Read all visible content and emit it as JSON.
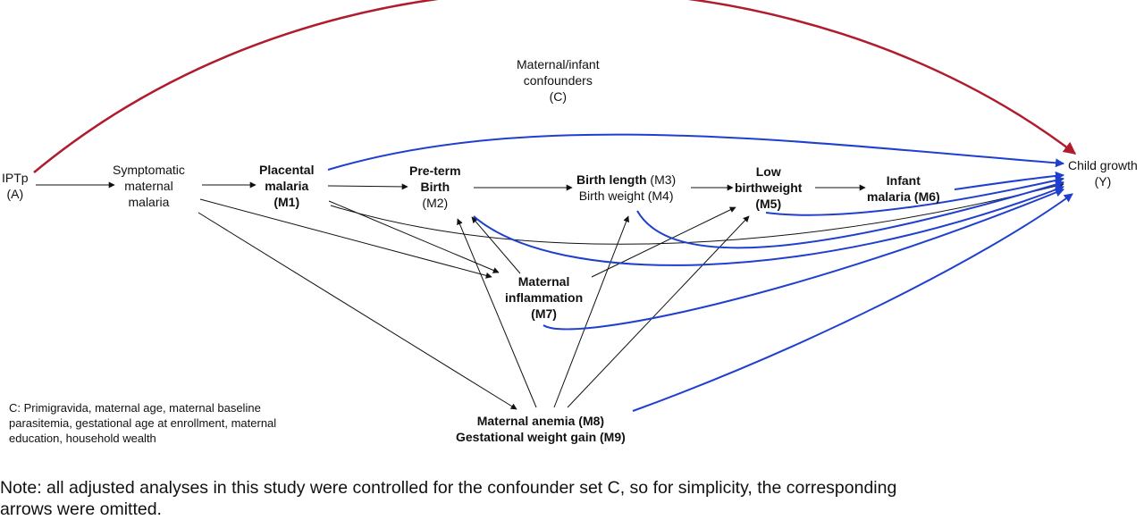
{
  "nodes": {
    "iptp": [
      "IPTp",
      "(A)"
    ],
    "symptomatic": [
      "Symptomatic",
      "maternal",
      "malaria"
    ],
    "placental": [
      "Placental",
      "malaria",
      "(M1)"
    ],
    "preterm": [
      "Pre-term",
      "Birth",
      "(M2)"
    ],
    "birthlength": {
      "a": "Birth length",
      "b": " (M3)",
      "c": "Birth weight",
      "d": " (M4)"
    },
    "lowbw": [
      "Low",
      "birthweight",
      "(M5)"
    ],
    "infant": [
      "Infant",
      "malaria (M6)"
    ],
    "child": [
      "Child growth",
      "(Y)"
    ],
    "inflammation": [
      "Maternal",
      "inflammation",
      "(M7)"
    ],
    "anemia": [
      "Maternal anemia (M8)",
      "Gestational weight gain (M9)"
    ],
    "confounders": [
      "Maternal/infant",
      "confounders",
      "(C)"
    ]
  },
  "legend": [
    "C: Primigravida, maternal age, maternal baseline",
    "parasitemia, gestational age at enrollment, maternal",
    "education, household wealth"
  ],
  "note": [
    "Note: all adjusted analyses in this study were controlled for the confounder set C, so for simplicity, the corresponding",
    "arrows were omitted."
  ],
  "colors": {
    "red": "#b01c2e",
    "blue": "#1f3fcf",
    "black": "#111111"
  }
}
